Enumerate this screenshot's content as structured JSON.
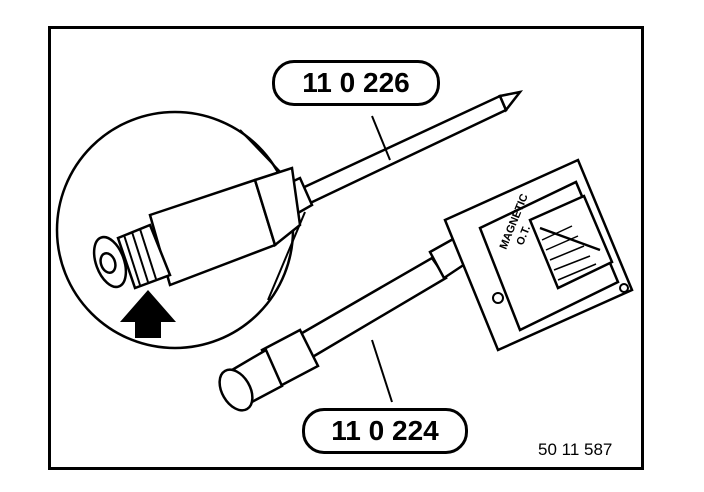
{
  "labels": {
    "part_top": "11 0 226",
    "part_bottom": "11 0 224"
  },
  "figure_code": "50 11 587",
  "gauge_face": {
    "line1": "MAGNETIC",
    "line2": "O.T."
  }
}
